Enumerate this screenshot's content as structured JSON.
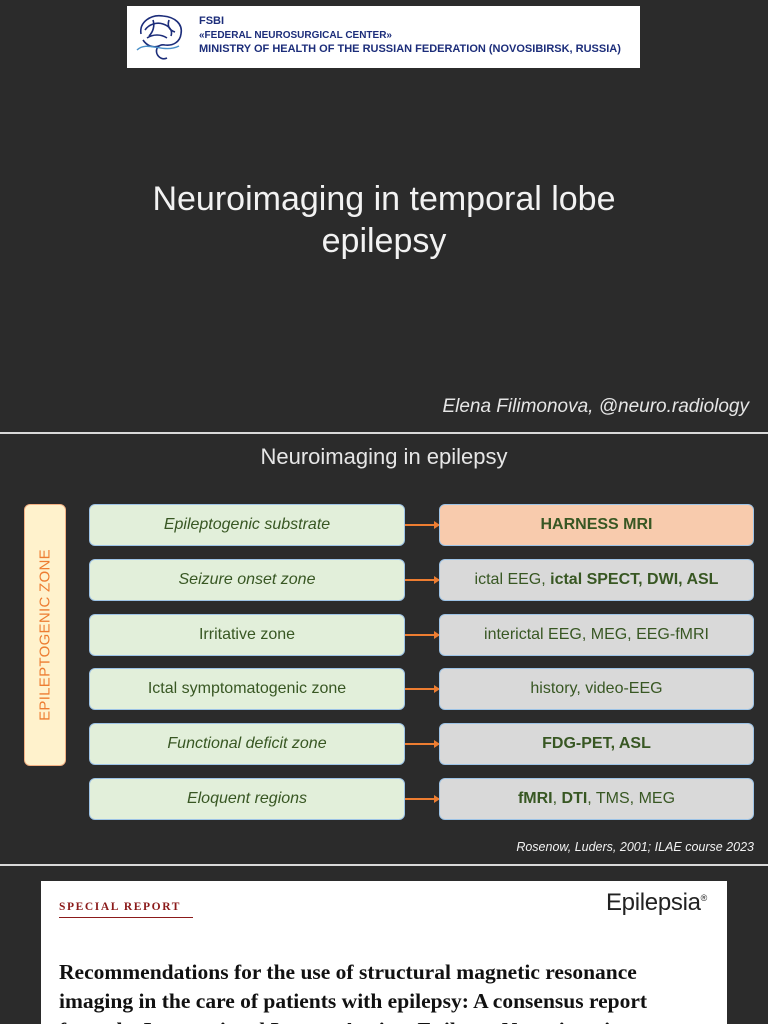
{
  "slide1": {
    "banner": {
      "line1": "FSBI",
      "line2": "«FEDERAL NEUROSURGICAL CENTER»",
      "line3": "MINISTRY OF HEALTH OF THE RUSSIAN FEDERATION (NOVOSIBIRSK, RUSSIA)"
    },
    "title_line1": "Neuroimaging in temporal lobe",
    "title_line2": "epilepsy",
    "author": "Elena Filimonova, @neuro.radiology"
  },
  "slide2": {
    "title": "Neuroimaging in epilepsy",
    "zone_label": "EPILEPTOGENIC ZONE",
    "rows": [
      {
        "left": "Epileptogenic substrate",
        "right_bold": "HARNESS MRI"
      },
      {
        "left": "Seizure onset zone",
        "right_plain": "ictal EEG, ",
        "right_bold": "ictal SPECT, DWI, ASL"
      },
      {
        "left": "Irritative zone",
        "right_plain": "interictal EEG, MEG, EEG-fMRI"
      },
      {
        "left": "Ictal symptomatogenic zone",
        "right_plain": "history, video-EEG"
      },
      {
        "left": "Functional deficit zone",
        "right_bold": "FDG-PET, ASL"
      },
      {
        "left": "Eloquent regions",
        "right_bold_a": "fMRI",
        "right_sep": ", ",
        "right_bold_b": "DTI",
        "right_tail": ", TMS, MEG"
      }
    ],
    "citation": "Rosenow, Luders, 2001; ILAE course 2023"
  },
  "slide3": {
    "special_report": "SPECIAL REPORT",
    "journal": "Epilepsia",
    "journal_mark": "®",
    "title_line1": "Recommendations for the use of structural magnetic resonance",
    "title_line2": "imaging in the care of patients with epilepsy: A consensus report",
    "title_line3": "from the International League Against Epilepsy Neuroimaging"
  },
  "colors": {
    "background": "#2b2b2b",
    "zone_bar_fill": "#fff2cc",
    "zone_text": "#ed7d31",
    "left_box_fill": "#e2efda",
    "right_box_fill": "#d9d9d9",
    "highlight_box_fill": "#f8cbad",
    "box_text": "#385723",
    "banner_text": "#1c2d7a",
    "special_report": "#8b1a1a"
  }
}
